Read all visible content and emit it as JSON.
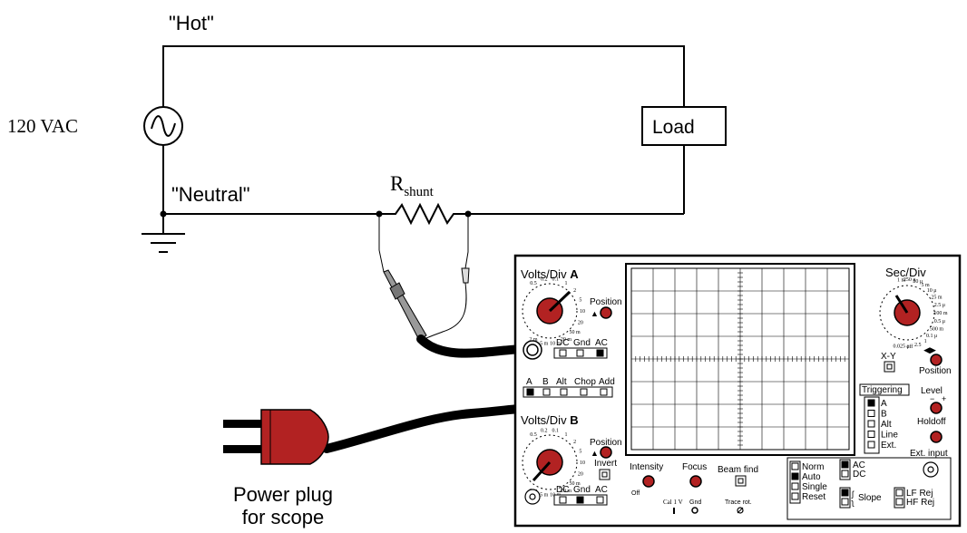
{
  "circuit": {
    "hot_label": "\"Hot\"",
    "neutral_label": "\"Neutral\"",
    "source_label": "120 VAC",
    "load_label": "Load",
    "shunt_label_main": "R",
    "shunt_label_sub": "shunt",
    "plug_label_line1": "Power plug",
    "plug_label_line2": "for scope"
  },
  "scope": {
    "ch_a": {
      "title": "Volts/Div",
      "letter": "A",
      "position": "Position",
      "coupling": [
        "DC",
        "Gnd",
        "AC"
      ],
      "dial_labels": [
        "0.5",
        "0.2",
        "0.1",
        "1",
        "2",
        "5",
        "10",
        "20",
        "50 m",
        "20 m",
        "10 m",
        "5 m",
        "2 m"
      ]
    },
    "mode": {
      "labels": [
        "A",
        "B",
        "Alt",
        "Chop",
        "Add"
      ]
    },
    "ch_b": {
      "title": "Volts/Div",
      "letter": "B",
      "position": "Position",
      "invert": "Invert",
      "coupling": [
        "DC",
        "Gnd",
        "AC"
      ],
      "dial_labels": [
        "0.5",
        "0.2",
        "0.1",
        "1",
        "2",
        "5",
        "10",
        "20",
        "50 m",
        "20 m",
        "10 m",
        "5 m",
        "2 m"
      ]
    },
    "timebase": {
      "title": "Sec/Div",
      "dial_labels": [
        "1 m",
        "250 μ",
        "50 μ",
        "5 m",
        "10 μ",
        "25 m",
        "2.5 μ",
        "100 m",
        "0.5 μ",
        "500 m",
        "0.1 μ",
        "1",
        "2.5",
        "off",
        "0.025 μ"
      ],
      "xy": "X-Y",
      "position": "Position"
    },
    "triggering": {
      "title": "Triggering",
      "sources": [
        "A",
        "B",
        "Alt",
        "Line",
        "Ext."
      ],
      "level": "Level",
      "level_minus": "−",
      "level_plus": "+",
      "holdoff": "Holdoff",
      "ext_input": "Ext. input",
      "modes": [
        "Norm",
        "Auto",
        "Single",
        "Reset"
      ],
      "coupling": [
        "AC",
        "DC"
      ],
      "slope": "Slope",
      "filters": [
        "LF Rej",
        "HF Rej"
      ]
    },
    "bottom": {
      "intensity": "Intensity",
      "off": "Off",
      "focus": "Focus",
      "beam_find": "Beam find",
      "cal": "Cal 1 V",
      "gnd": "Gnd",
      "trace_rot": "Trace rot."
    }
  },
  "colors": {
    "knob": "#b22222",
    "plug": "#b22222"
  }
}
